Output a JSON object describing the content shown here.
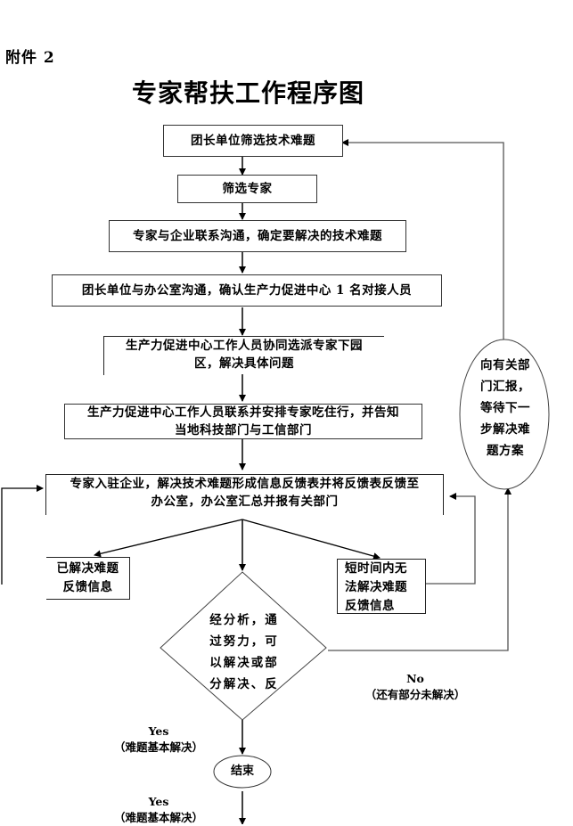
{
  "header": {
    "attachment_label": "附件 2",
    "title": "专家帮扶工作程序图"
  },
  "steps": [
    {
      "id": "step1",
      "text": "团长单位筛选技术难题"
    },
    {
      "id": "step2",
      "text": "筛选专家"
    },
    {
      "id": "step3",
      "text": "专家与企业联系沟通，确定要解决的技术难题"
    },
    {
      "id": "step4",
      "text": "团长单位与办公室沟通，确认生产力促进中心 1 名对接人员"
    },
    {
      "id": "step5",
      "line1": "生产力促进中心工作人员协同选派专家下园",
      "line2": "区，解决具体问题"
    },
    {
      "id": "step6",
      "line1": "生产力促进中心工作人员联系并安排专家吃住行，并告知",
      "line2": "当地科技部门与工信部门"
    },
    {
      "id": "step7",
      "line1": "专家入驻企业，解决技术难题形成信息反馈表并将反馈表反馈至",
      "line2": "办公室，办公室汇总并报有关部门"
    }
  ],
  "branches": {
    "solved": {
      "line1": "已解决难题",
      "line2": "反馈信息"
    },
    "unsolved": {
      "line1": "短时间内无",
      "line2": "法解决难题",
      "line3": "反馈信息"
    }
  },
  "decision": {
    "lines": [
      "经分析，通",
      "过努力，可",
      "以解决或部",
      "分解决、反"
    ]
  },
  "report_ellipse": {
    "lines": [
      "向有关部",
      "门汇报，",
      "等待下一",
      "步解决难",
      "题方案"
    ]
  },
  "labels": {
    "no": {
      "line1": "No",
      "line2": "（还有部分未解决）"
    },
    "yes1": {
      "line1": "Yes",
      "line2": "（难题基本解决）"
    },
    "yes2": {
      "line1": "Yes",
      "line2": "（难题基本解决）"
    }
  },
  "end_node": {
    "text": "结束"
  }
}
